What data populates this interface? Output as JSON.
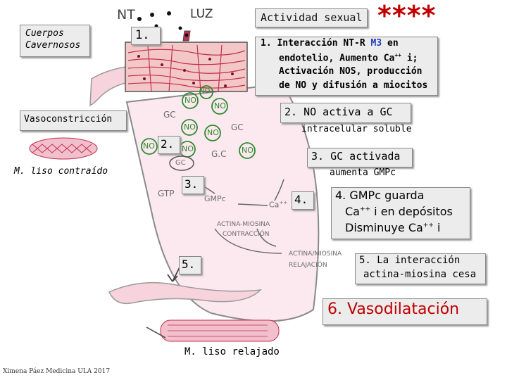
{
  "header": {
    "nt": "NT",
    "luz": "LUZ",
    "actividad": "Actividad sexual",
    "stars": "****"
  },
  "left": {
    "cuerpos_1": "Cuerpos",
    "cuerpos_2": "Cavernosos",
    "vasoconstriccion": "Vasoconstricción",
    "m_liso_contraido": "M. liso contraído"
  },
  "steps": {
    "s1_num": "1.",
    "s1_line1": "1. Interacción NT-R ",
    "s1_m3": "M3",
    "s1_line1_end": " en",
    "s1_line2": "endotelio, Aumento Ca",
    "s1_sup": "++",
    "s1_line2_end": " i;",
    "s1_line3": "Activación NOS, producción",
    "s1_line4": "de NO y difusión a miocitos",
    "s2_title": "2. NO activa a GC",
    "s2_sub": "intracelular soluble",
    "s2_num": "2.",
    "s3_title": "3. GC activada",
    "s3_sub": "aumenta GMPc",
    "s3_num": "3.",
    "s4_num": "4.",
    "s4_line1": "4. GMPc guarda",
    "s4_line2_a": "Ca",
    "s4_line2_sup": "++",
    "s4_line2_b": " i en depósitos",
    "s4_line3_a": "Disminuye Ca",
    "s4_line3_sup": "++",
    "s4_line3_b": " i",
    "s5_num": "5.",
    "s5_line1": "5. La interacción",
    "s5_line2": "actina-miosina cesa",
    "s6": "6. Vasodilatación"
  },
  "handwritten": {
    "no": "NO",
    "gc": "GC",
    "gc_dot": "G.C",
    "gtp": "GTP",
    "gmpc": "GMPc",
    "ca": "Ca",
    "ca_sup": "++",
    "actina_contraccion_1": "ACTINA-MIOSINA",
    "actina_contraccion_2": "CONTRACCIÓN",
    "actina_relajacion_1": "ACTINA/MIOSINA",
    "actina_relajacion_2": "RELAJACIÓN"
  },
  "bottom": {
    "m_liso_relajado": "M. liso relajado",
    "credit": "Ximena Páez Medicina ULA 2017"
  },
  "colors": {
    "stars": "#c00000",
    "muscle": "#c03050",
    "m3": "#1f3fc0",
    "box_bg": "#ececec"
  }
}
